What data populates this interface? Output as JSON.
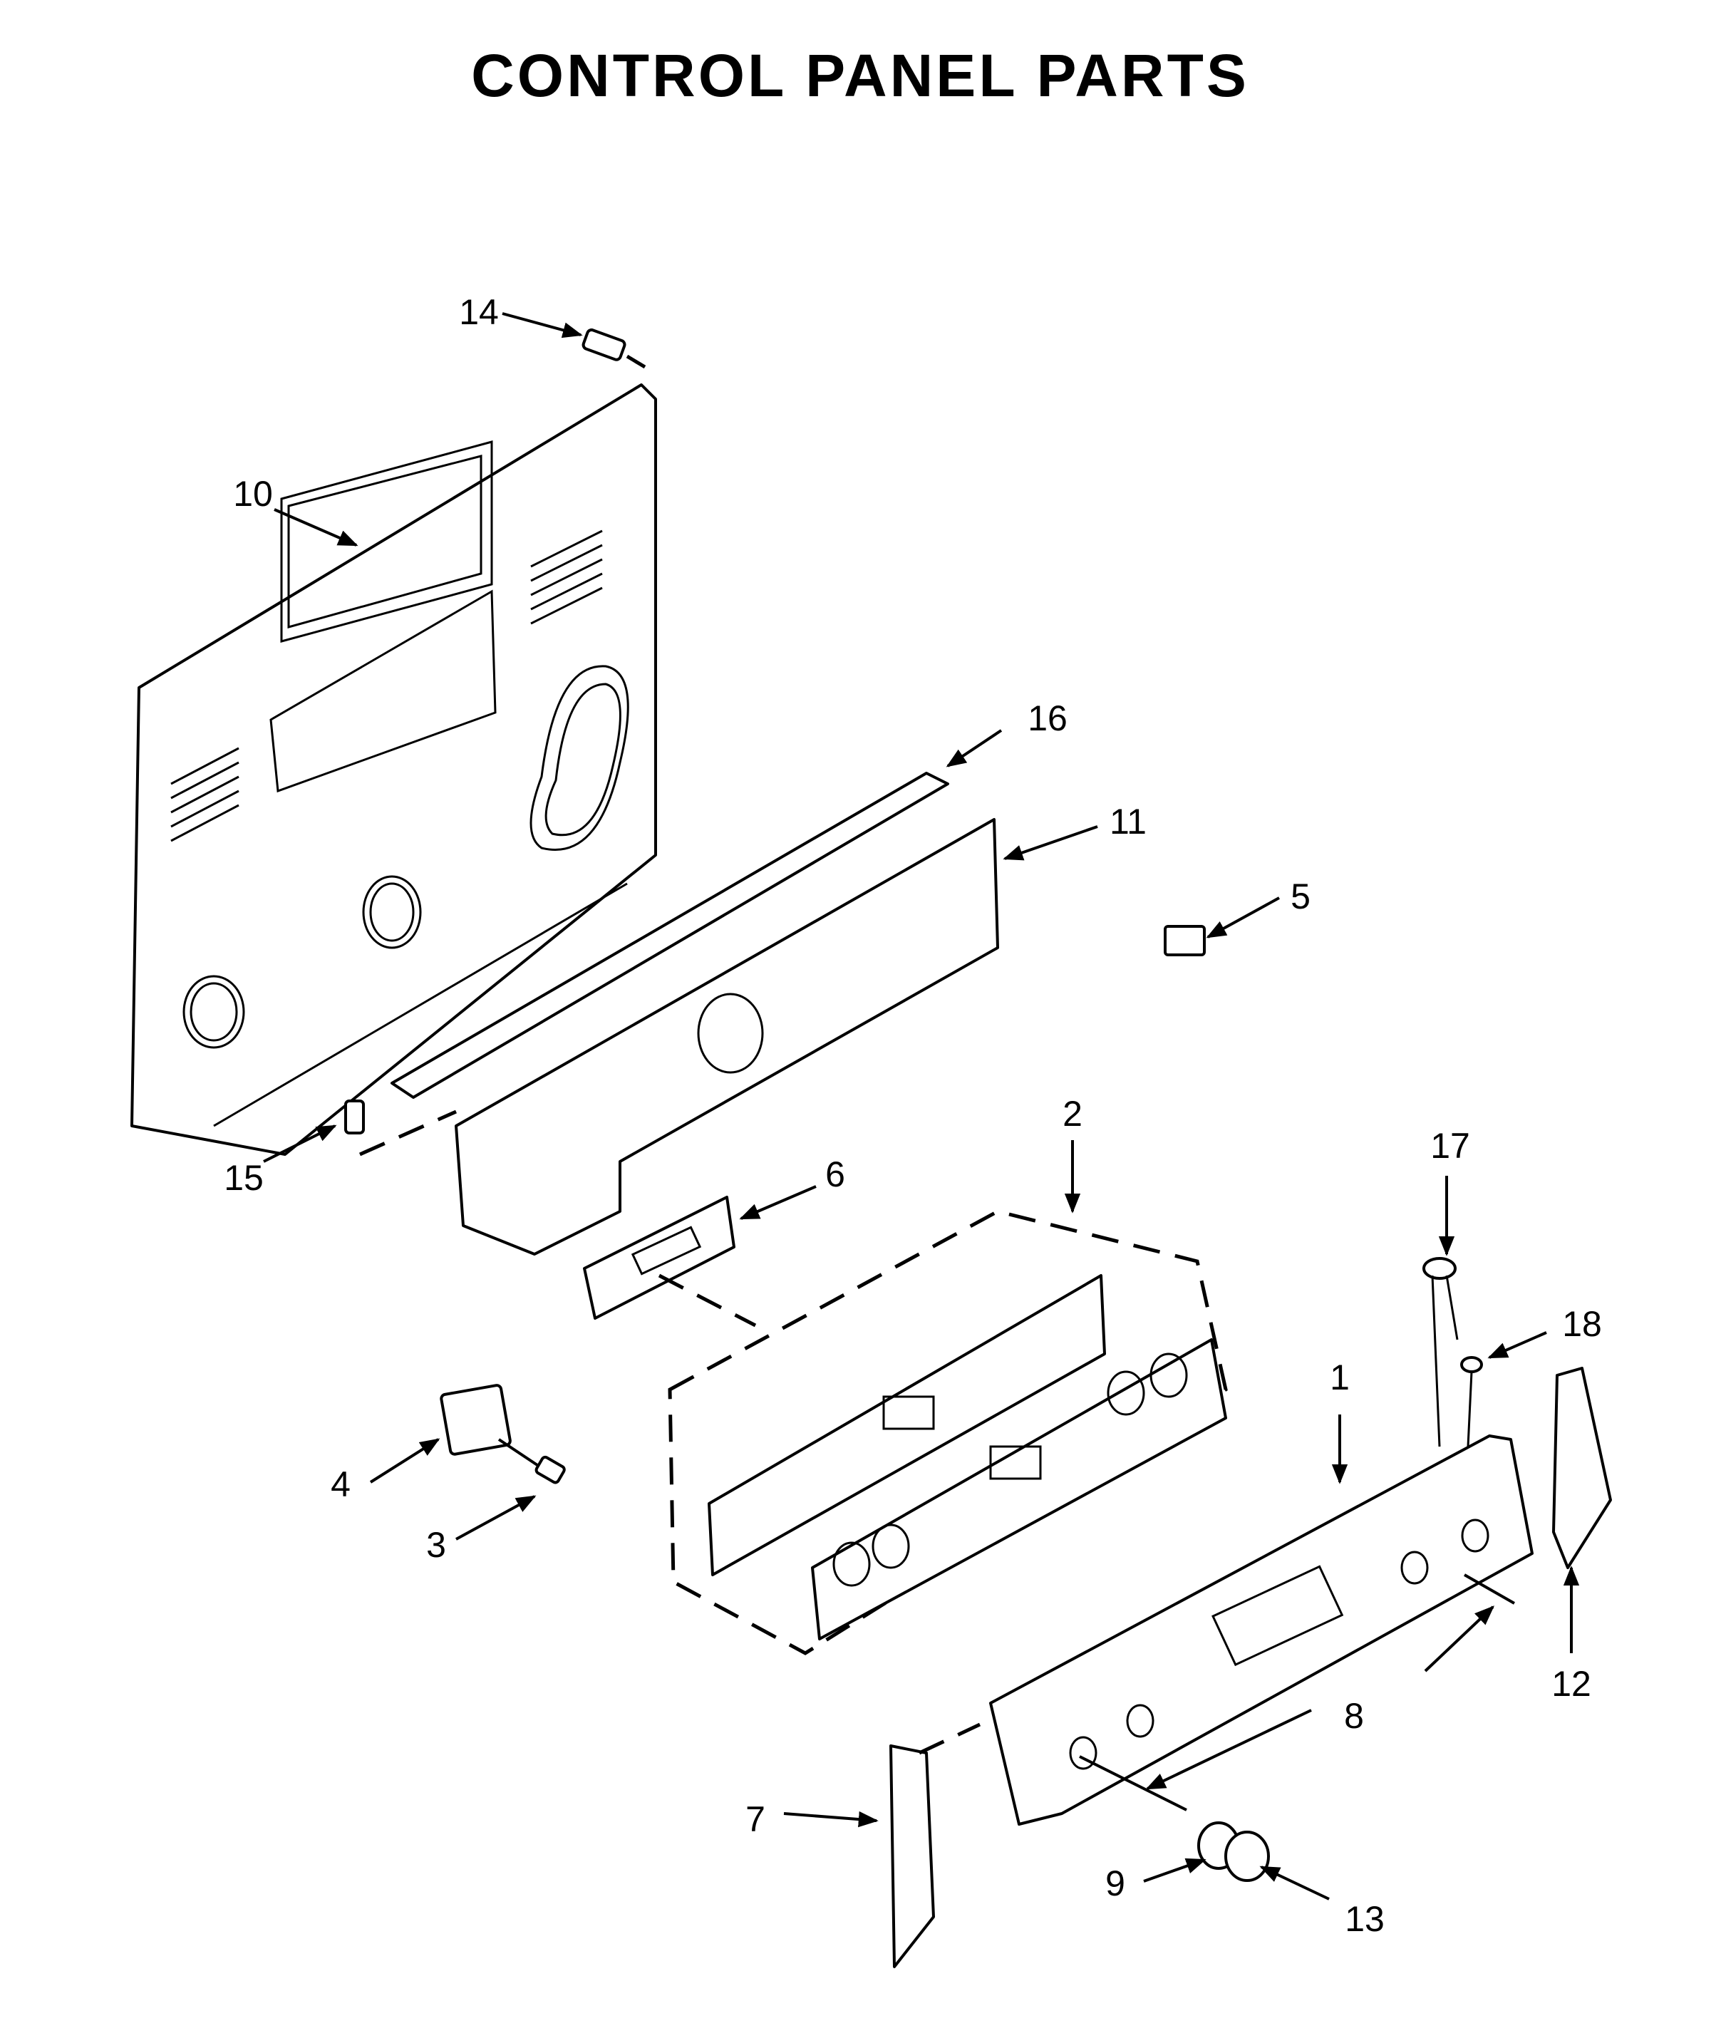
{
  "title": "CONTROL PANEL PARTS",
  "callouts": {
    "p1": "1",
    "p2": "2",
    "p3": "3",
    "p4": "4",
    "p5": "5",
    "p6": "6",
    "p7": "7",
    "p8": "8",
    "p9": "9",
    "p10": "10",
    "p11": "11",
    "p12": "12",
    "p13": "13",
    "p14": "14",
    "p15": "15",
    "p16": "16",
    "p17": "17",
    "p18": "18"
  }
}
